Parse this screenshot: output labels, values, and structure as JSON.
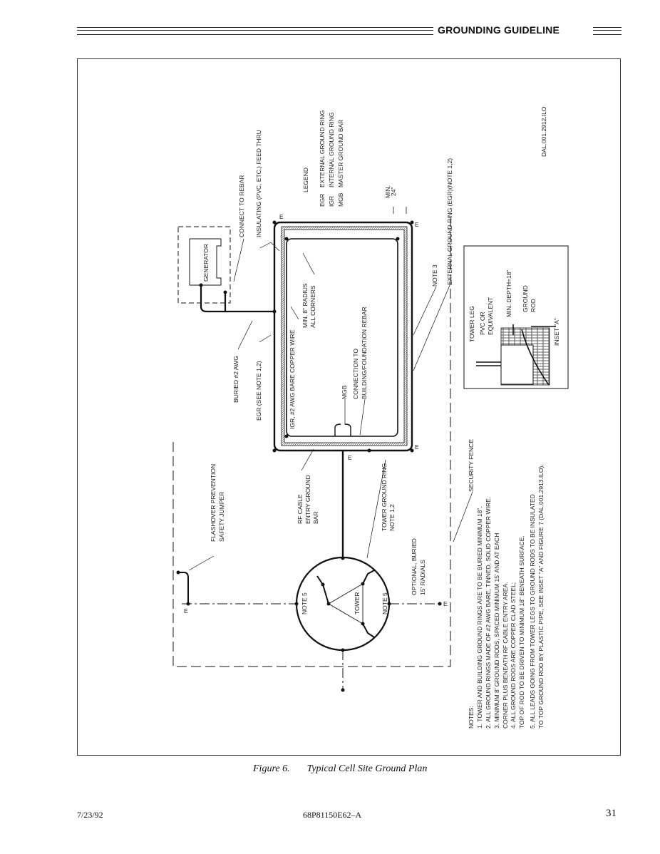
{
  "header": {
    "title": "GROUNDING GUIDELINE"
  },
  "diagram": {
    "generator": "GENERATOR",
    "connect_to_rebar": "CONNECT TO REBAR",
    "insulating_feed_thru": "INSULATING (PVC, ETC.) FEED THRU",
    "legend": {
      "title": "LEGEND",
      "items": [
        {
          "abbr": "EGR",
          "desc": "EXTERNAL GROUND RING"
        },
        {
          "abbr": "IGR",
          "desc": "INTERNAL GROUND RING"
        },
        {
          "abbr": "MGB",
          "desc": "MASTER GROUND BAR"
        }
      ]
    },
    "min_24": [
      "MIN.",
      "24\""
    ],
    "external_ground_ring": "EXTERNAL GROUND RING (EGR)(NOTE 1,2)",
    "drawing_id": "DAL.001.2912.ILO",
    "min_radius": [
      "MIN. 8\" RADIUS",
      "ALL CORNERS"
    ],
    "buried_awg": "BURIED #2 AWG",
    "egr_see_note": "EGR (SEE NOTE 1,2)",
    "igr_wire": "IGR, #2 AWG BARE COPPER WIRE",
    "mgb": "MGB",
    "connection_rebar": [
      "CONNECTION TO",
      "BUILDING/FOUNDATION REBAR"
    ],
    "note3": "NOTE 3",
    "flashover": [
      "FLASHOVER PREVENTION",
      "SAFETY JUMPER"
    ],
    "rf_cable": [
      "RF CABLE",
      "ENTRY GROUND",
      "BAR"
    ],
    "tower_ground_ring": [
      "TOWER GROUND RING",
      "NOTE 1,2"
    ],
    "optional_radials": [
      "OPTIONAL, BURIED",
      "15' RADIALS"
    ],
    "security_fence": "SECURITY FENCE",
    "tower": "TOWER",
    "note5": "NOTE 5",
    "ground_symbol": "E",
    "inset": {
      "tower_leg": "TOWER LEG",
      "pvc": [
        "PVC OR",
        "EQUIVALENT"
      ],
      "min_depth": "MIN. DEPTH=18\"",
      "ground_rod": [
        "GROUND",
        "ROD"
      ],
      "title": "INSET \"A\""
    },
    "notes": {
      "title": "NOTES:",
      "lines": [
        "1.   TOWER AND BUILDING GROUND RINGS ARE TO BE BURIED MINIMUM 18\".",
        "2.   ALL GROUND RINGS MADE OF #2 AWG BARE, TINNED, SOLID COPPER WIRE.",
        "3.   MINIMUM 8' GROUND RODS, SPACED MINIMUM 15' AND AT EACH",
        "      CORNER PLUS BENEATH RF CABLE ENTRY AREA.",
        "4.   ALL GROUND RODS ARE COPPER CLAD STEEL;",
        "      TOP OF ROD TO BE DRIVEN TO MINIMUM 18\" BENEATH SURFACE.",
        "5.   ALL LEADS GOING FROM TOWER LEGS TO GROUND RODS TO BE INSULATED",
        "      TO TOP GROUND ROD BY PLASTIC PIPE, SEE INSET \"A\" AND FIGURE 7 (DAL.001.2913.ILO)."
      ]
    }
  },
  "caption": {
    "figure": "Figure 6.",
    "title": "Typical Cell Site Ground Plan"
  },
  "footer": {
    "date": "7/23/92",
    "doc_number": "68P81150E62–A",
    "page": "31"
  }
}
